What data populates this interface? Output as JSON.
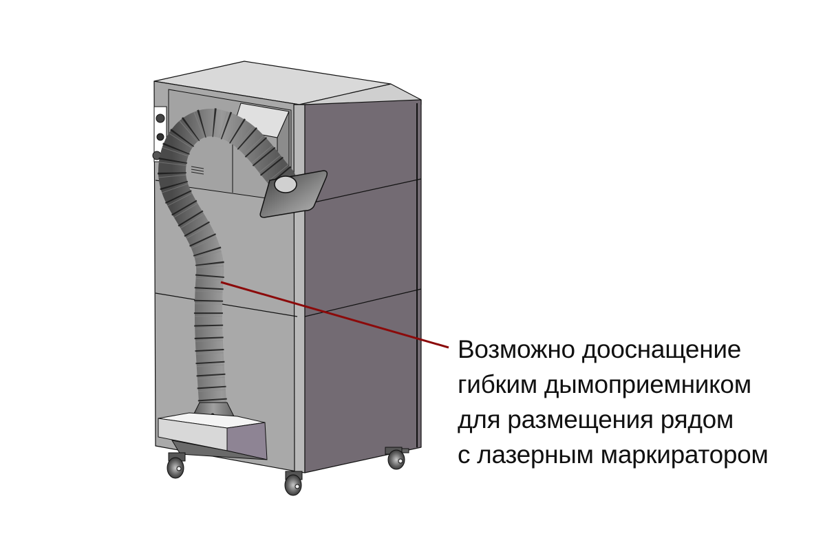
{
  "diagram": {
    "subject": "fume-extractor-cabinet",
    "callout": {
      "lines": [
        "Возможно дооснащение",
        "гибким дымоприемником",
        "для размещения рядом",
        "с лазерным маркиратором"
      ],
      "leader_color": "#8b0a0a"
    },
    "colors": {
      "background": "#ffffff",
      "front_panel": "#a9a9a9",
      "side_panel": "#736b73",
      "top_panel": "#d9d9d9",
      "hose": "#7a7a7a",
      "outline": "#111111"
    }
  }
}
